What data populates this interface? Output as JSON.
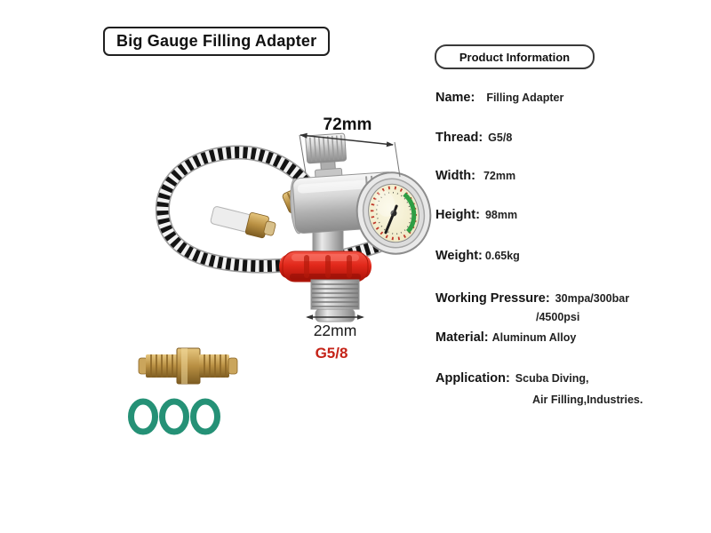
{
  "title": "Big Gauge Filling Adapter",
  "product_info": {
    "header": "Product Information",
    "specs": [
      {
        "label": "Name:",
        "value": "Filling Adapter"
      },
      {
        "label": "Thread:",
        "value": "G5/8"
      },
      {
        "label": "Width:",
        "value": "72mm"
      },
      {
        "label": "Height:",
        "value": "98mm"
      },
      {
        "label": "Weight:",
        "value": "0.65kg"
      },
      {
        "label": "Working Pressure:",
        "value": "30mpa/300bar",
        "value_line2": "/4500psi"
      },
      {
        "label": "Material:",
        "value": "Aluminum Alloy"
      },
      {
        "label": "Application:",
        "value": "Scuba Diving,",
        "value_line2": "Air Filling,Industries."
      }
    ]
  },
  "annotations": {
    "width_dimension": "72mm",
    "neck_dimension": "22mm",
    "thread_spec": "G5/8"
  },
  "illustration": {
    "parts": [
      "coiled-hose",
      "hose-inline-connector",
      "brass-elbow-fitting",
      "bleed-knob",
      "valve-body",
      "pressure-gauge",
      "red-hand-nut",
      "male-thread-stem",
      "brass-quick-coupler",
      "o-ring-seals"
    ],
    "colors": {
      "steel": "#b9b9b9",
      "brass": "#b88f42",
      "nut_red": "#e2291b",
      "thread_text_red": "#c52318",
      "oring_green": "#259176",
      "hose_black": "#141414",
      "gauge_face": "#efe9c6",
      "gauge_arc_green": "#2f9e44"
    }
  }
}
